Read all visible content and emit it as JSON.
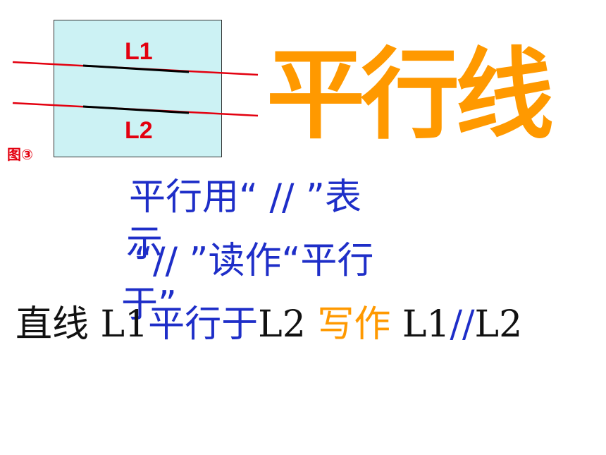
{
  "figure": {
    "caption": "图③",
    "line1_label": "L1",
    "line2_label": "L2"
  },
  "title": "平行线",
  "notes": {
    "line1": "平行用“ // ”表",
    "line2": "示",
    "line3": "“// ”读作“平行",
    "line4": "于”"
  },
  "statement": {
    "prefix": "直线 L1",
    "middle": "平行于",
    "l2": "L2 ",
    "write_as": "写作",
    "result_l1": " L1",
    "symbol": "//",
    "result_l2": "L2"
  },
  "colors": {
    "red": "#e3000f",
    "orange": "#ff9900",
    "blue": "#1e2ec8",
    "box": "#ccf2f4"
  }
}
